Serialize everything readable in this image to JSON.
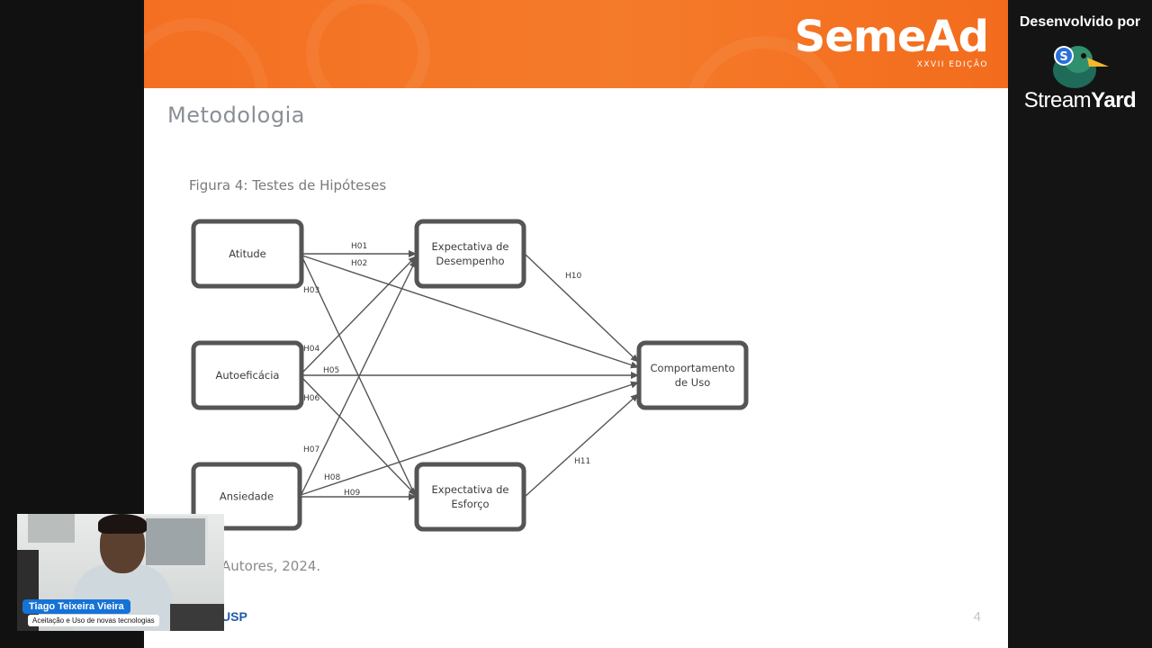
{
  "slide": {
    "brand": "SemeAd",
    "edition": "XXVII EDIÇÃO",
    "title": "Metodologia",
    "figure_caption": "Figura 4: Testes de Hipóteses",
    "source": "Autores, 2024.",
    "footer_logo": "USP",
    "page_number": "4"
  },
  "diagram": {
    "nodes": [
      {
        "id": "atitude",
        "lines": [
          "Atitude"
        ]
      },
      {
        "id": "autoeficacia",
        "lines": [
          "Autoeficácia"
        ]
      },
      {
        "id": "ansiedade",
        "lines": [
          "Ansiedade"
        ]
      },
      {
        "id": "exp_desempenho",
        "lines": [
          "Expectativa de",
          "Desempenho"
        ]
      },
      {
        "id": "exp_esforco",
        "lines": [
          "Expectativa de",
          "Esforço"
        ]
      },
      {
        "id": "comportamento",
        "lines": [
          "Comportamento",
          "de Uso"
        ]
      }
    ],
    "edges": [
      {
        "label": "H01",
        "from": "atitude",
        "to": "exp_desempenho"
      },
      {
        "label": "H02",
        "from": "atitude",
        "to": "comportamento"
      },
      {
        "label": "H03",
        "from": "atitude",
        "to": "exp_esforco"
      },
      {
        "label": "H04",
        "from": "autoeficacia",
        "to": "exp_desempenho"
      },
      {
        "label": "H05",
        "from": "autoeficacia",
        "to": "comportamento"
      },
      {
        "label": "H06",
        "from": "autoeficacia",
        "to": "exp_esforco"
      },
      {
        "label": "H07",
        "from": "ansiedade",
        "to": "exp_desempenho"
      },
      {
        "label": "H08",
        "from": "ansiedade",
        "to": "comportamento"
      },
      {
        "label": "H09",
        "from": "ansiedade",
        "to": "exp_esforco"
      },
      {
        "label": "H10",
        "from": "exp_desempenho",
        "to": "comportamento"
      },
      {
        "label": "H11",
        "from": "exp_esforco",
        "to": "comportamento"
      }
    ]
  },
  "sidebar": {
    "developed_by": "Desenvolvido por",
    "logo_letter": "S",
    "brand_light": "Stream",
    "brand_bold": "Yard"
  },
  "camera": {
    "name": "Tiago Teixeira Vieira",
    "subtitle": "Aceitação e Uso de novas tecnologias"
  },
  "colors": {
    "banner": "#f47422",
    "node_border": "#555555",
    "name_tag": "#1572d6",
    "usp": "#1d5aa8"
  }
}
